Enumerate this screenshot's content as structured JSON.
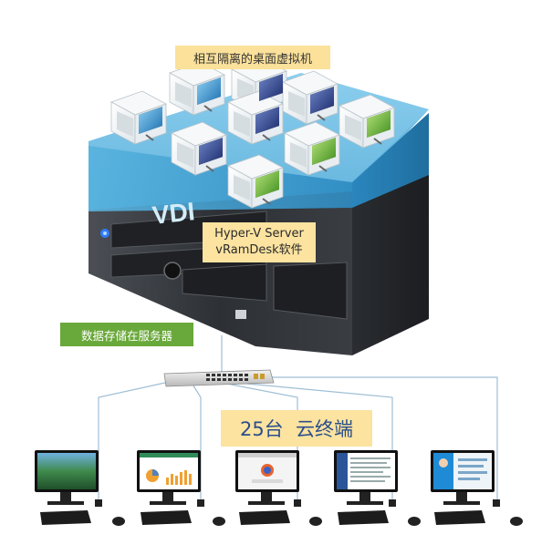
{
  "labels": {
    "vms": "相互隔离的桌面虚拟机",
    "server_line1": "Hyper-V Server",
    "server_line2": "vRamDesk软件",
    "vdi": "VDI",
    "storage": "数据存储在服务器",
    "terminals": "25台  云终端"
  },
  "colors": {
    "tray": "#4aa8d6",
    "server_body": "#2f3236",
    "network_line": "#9fbfd6",
    "storage_badge": "#69a83a",
    "label_bg": "#fce3a0"
  },
  "icons": {
    "vm": "virtual-machine-cube-icon",
    "server": "rack-server-icon",
    "switch": "network-switch-icon",
    "terminal": "desktop-computer-icon"
  }
}
